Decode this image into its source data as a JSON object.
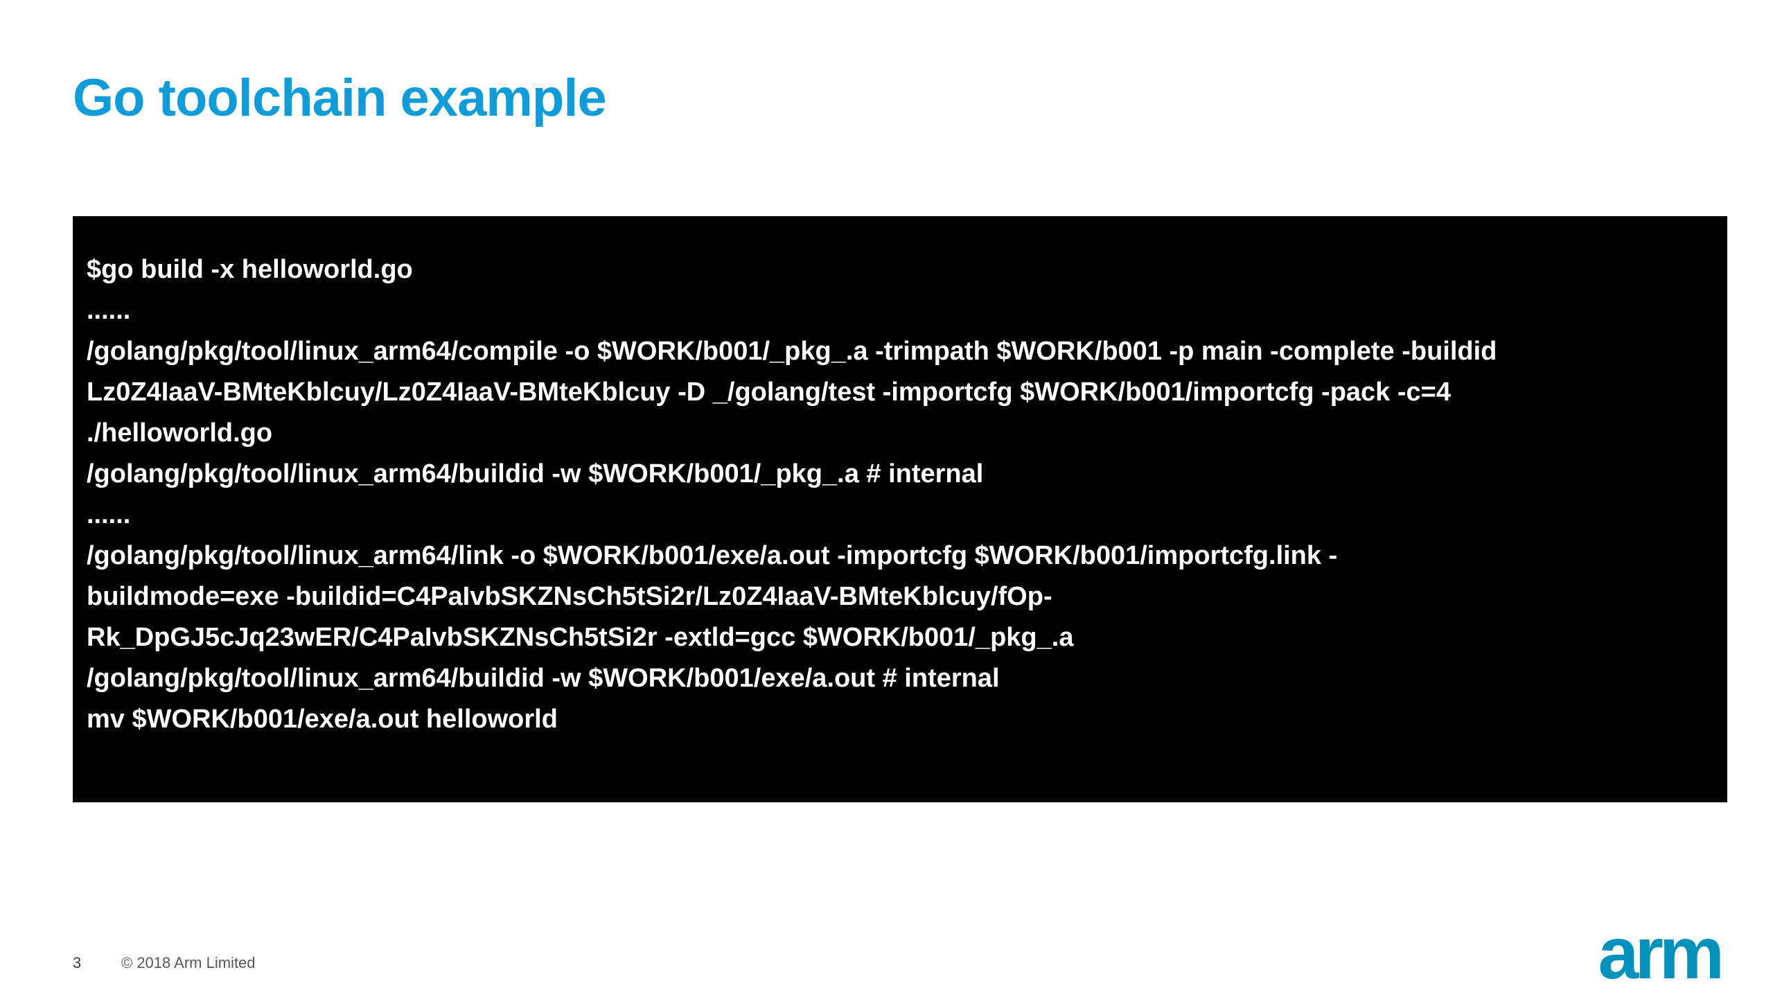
{
  "slide": {
    "title": "Go toolchain example",
    "footer": {
      "page_number": "3",
      "copyright": "© 2018 Arm Limited"
    },
    "logo_text": "arm"
  },
  "terminal": {
    "lines": [
      "$go build -x helloworld.go",
      "......",
      "/golang/pkg/tool/linux_arm64/compile -o $WORK/b001/_pkg_.a -trimpath $WORK/b001 -p main -complete -buildid",
      "Lz0Z4IaaV-BMteKblcuy/Lz0Z4IaaV-BMteKblcuy -D _/golang/test -importcfg $WORK/b001/importcfg -pack -c=4",
      "./helloworld.go",
      "/golang/pkg/tool/linux_arm64/buildid -w $WORK/b001/_pkg_.a # internal",
      "......",
      "/golang/pkg/tool/linux_arm64/link -o $WORK/b001/exe/a.out -importcfg $WORK/b001/importcfg.link -",
      "buildmode=exe -buildid=C4PaIvbSKZNsCh5tSi2r/Lz0Z4IaaV-BMteKblcuy/fOp-",
      "Rk_DpGJ5cJq23wER/C4PaIvbSKZNsCh5tSi2r -extld=gcc $WORK/b001/_pkg_.a",
      "/golang/pkg/tool/linux_arm64/buildid -w $WORK/b001/exe/a.out # internal",
      "mv $WORK/b001/exe/a.out helloworld"
    ]
  },
  "colors": {
    "title_blue": "#0f9cd8",
    "logo_blue": "#0091bd",
    "terminal_bg": "#000000",
    "terminal_text": "#ffffff",
    "footer_gray": "#575756"
  }
}
